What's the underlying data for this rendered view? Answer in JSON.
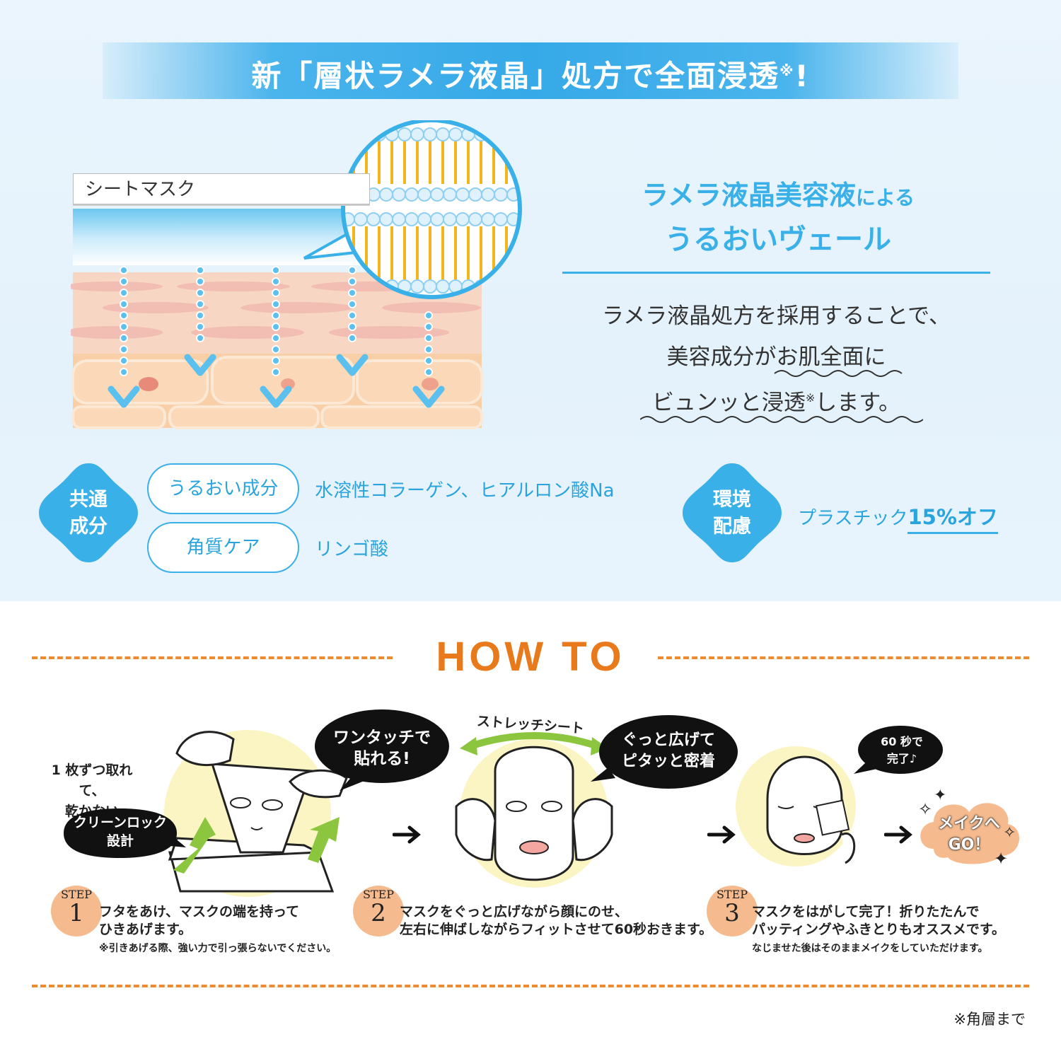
{
  "banner": {
    "title_main": "新「層状ラメラ液晶」処方で全面浸透",
    "title_mark": "※",
    "title_end": "!"
  },
  "diagram": {
    "sheet_label": "シートマスク"
  },
  "headline": {
    "line1_main": "ラメラ液晶美容液",
    "line1_small": "による",
    "line2": "うるおいヴェール"
  },
  "body": {
    "line1": "ラメラ液晶処方を採用することで、",
    "line2": "美容成分がお肌全面に",
    "line3_main": "ビュンッと浸透",
    "line3_mark": "※",
    "line3_end": "します。"
  },
  "ingredients": {
    "badge_line1": "共通",
    "badge_line2": "成分",
    "items": [
      {
        "label": "うるおい成分",
        "value": "水溶性コラーゲン、ヒアルロン酸Na"
      },
      {
        "label": "角質ケア",
        "value": "リンゴ酸"
      }
    ]
  },
  "eco": {
    "badge_line1": "環境",
    "badge_line2": "配慮",
    "text": "プラスチック",
    "highlight": "15%オフ"
  },
  "howto": {
    "title": "HOW TO",
    "step_word": "STEP",
    "step1": {
      "number": "1",
      "side_note_1": "1 枚ずつ取れて、",
      "side_note_2": "乾かない",
      "bubble_a_1": "クリーンロック",
      "bubble_a_2": "設計",
      "bubble_b_1": "ワンタッチで",
      "bubble_b_2": "貼れる!",
      "desc_1": "フタをあけ、マスクの端を持って",
      "desc_2": "ひきあげます。",
      "note": "※引きあげる際、強い力で引っ張らないでください。"
    },
    "step2": {
      "number": "2",
      "arc_label": "ストレッチシート",
      "bubble_1": "ぐっと広げて",
      "bubble_2": "ピタッと密着",
      "desc_1": "マスクをぐっと広げながら顔にのせ、",
      "desc_2": "左右に伸ばしながらフィットさせて60秒おきます。"
    },
    "step3": {
      "number": "3",
      "bubble_1": "60 秒で",
      "bubble_2": "完了♪",
      "desc_1": "マスクをはがして完了！折りたたんで",
      "desc_2": "パッティングやふきとりもオススメです。",
      "note": "なじませた後はそのままメイクをしていただけます。"
    },
    "final_1": "メイクへ",
    "final_2": "GO！"
  },
  "footnote": "※角層まで",
  "colors": {
    "accent_blue": "#3ab0e8",
    "accent_orange": "#e87a1c",
    "arrow_green": "#8cc63f",
    "skin": "#f5c9a6"
  },
  "icons": [
    "down-arrow-icon",
    "right-arrow-icon",
    "sparkle-icon"
  ]
}
